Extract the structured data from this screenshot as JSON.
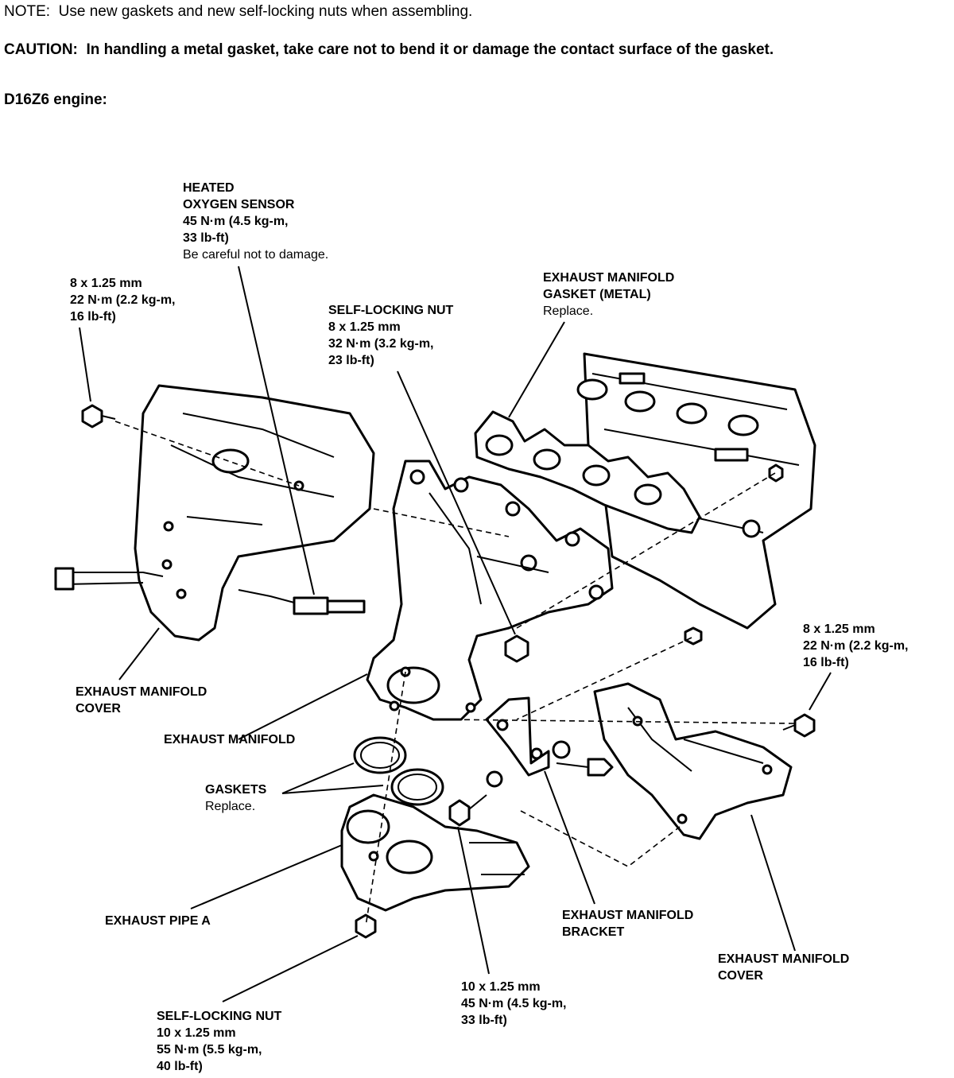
{
  "header": {
    "note_label": "NOTE:",
    "note_text": "Use new gaskets and new self-locking nuts when assembling.",
    "caution_label": "CAUTION:",
    "caution_text": "In handling a metal gasket, take care not to bend it or damage the contact surface of the gasket.",
    "engine": "D16Z6 engine:"
  },
  "callouts": {
    "oxygen_sensor": {
      "lines": [
        "HEATED",
        "OXYGEN SENSOR",
        "45 N·m (4.5 kg-m,",
        "33 lb-ft)"
      ],
      "note": "Be careful not to damage."
    },
    "bolt_left": {
      "lines": [
        "8 x 1.25 mm",
        "22 N·m (2.2 kg-m,",
        "16 lb-ft)"
      ]
    },
    "self_locking_nut_upper": {
      "lines": [
        "SELF-LOCKING NUT",
        "8 x 1.25 mm",
        "32 N·m (3.2 kg-m,",
        "23 lb-ft)"
      ]
    },
    "manifold_gasket": {
      "lines": [
        "EXHAUST MANIFOLD",
        "GASKET (METAL)"
      ],
      "note": "Replace."
    },
    "bolt_right": {
      "lines": [
        "8 x 1.25 mm",
        "22 N·m (2.2 kg-m,",
        "16 lb-ft)"
      ]
    },
    "cover_left": {
      "lines": [
        "EXHAUST MANIFOLD",
        "COVER"
      ]
    },
    "manifold": {
      "lines": [
        "EXHAUST MANIFOLD"
      ]
    },
    "gaskets": {
      "lines": [
        "GASKETS"
      ],
      "note": "Replace."
    },
    "exhaust_pipe": {
      "lines": [
        "EXHAUST PIPE A"
      ]
    },
    "bracket": {
      "lines": [
        "EXHAUST MANIFOLD",
        "BRACKET"
      ]
    },
    "cover_right": {
      "lines": [
        "EXHAUST MANIFOLD",
        "COVER"
      ]
    },
    "bolt_bottom": {
      "lines": [
        "10 x 1.25 mm",
        "45 N·m (4.5 kg-m,",
        "33 lb-ft)"
      ]
    },
    "self_locking_nut_lower": {
      "lines": [
        "SELF-LOCKING NUT",
        "10 x 1.25 mm",
        "55 N·m (5.5 kg-m,",
        "40 lb-ft)"
      ]
    }
  }
}
